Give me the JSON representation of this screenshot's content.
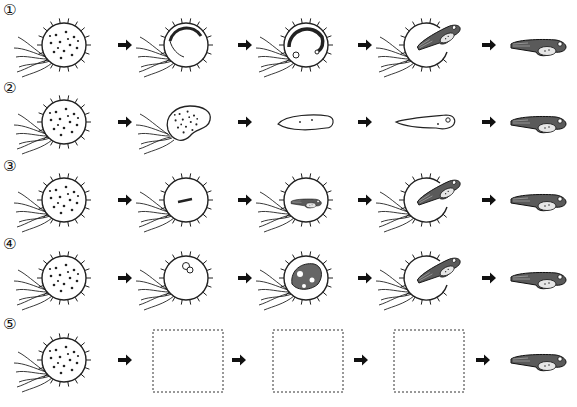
{
  "diagram": {
    "labels": [
      "①",
      "②",
      "③",
      "④",
      "⑤"
    ]
  }
}
